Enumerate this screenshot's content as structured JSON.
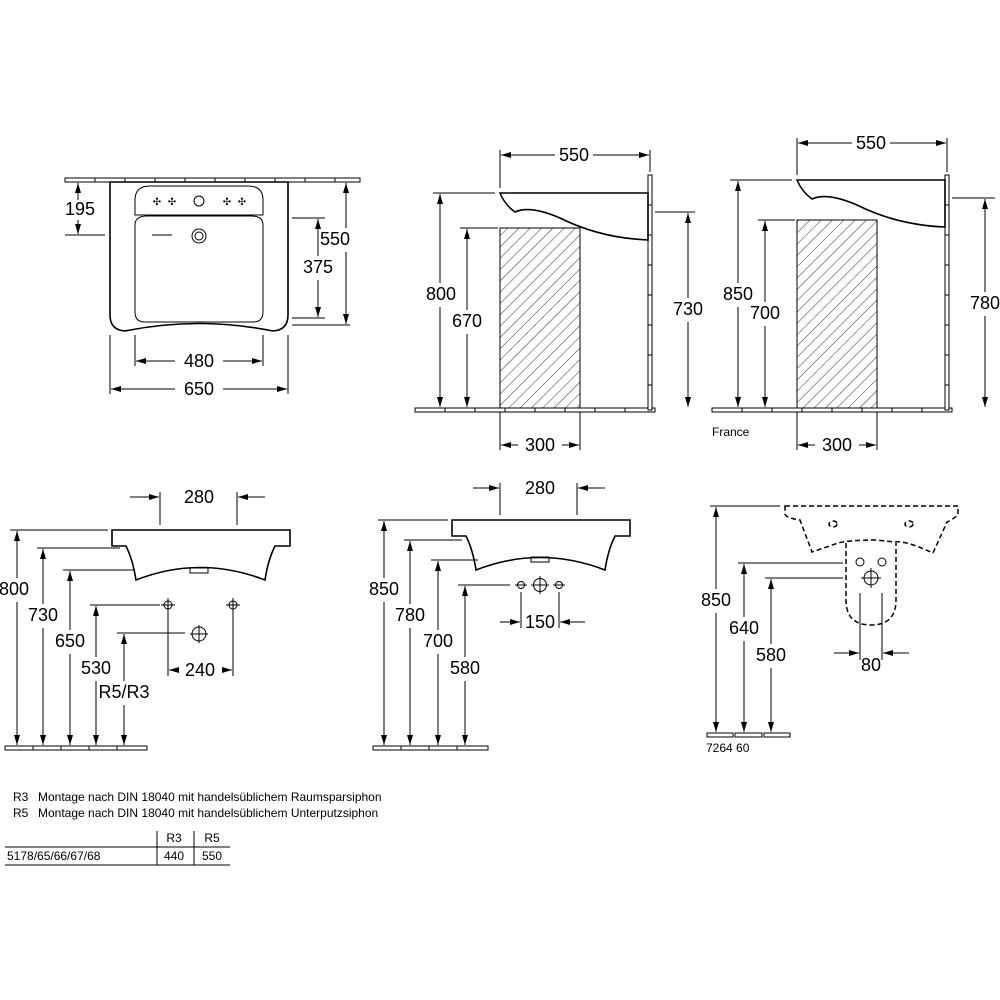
{
  "plan_view": {
    "d195": "195",
    "d550": "550",
    "d375": "375",
    "d480": "480",
    "d650": "650"
  },
  "side_view_800": {
    "d550": "550",
    "d800": "800",
    "d670": "670",
    "d730": "730",
    "d300": "300"
  },
  "side_view_850": {
    "d550": "550",
    "d850": "850",
    "d700": "700",
    "d780": "780",
    "d300": "300",
    "label": "France"
  },
  "front_view_800": {
    "d280": "280",
    "d800": "800",
    "d730": "730",
    "d650": "650",
    "d530": "530",
    "d240": "240",
    "r_label": "R5/R3"
  },
  "front_view_850": {
    "d280": "280",
    "d850": "850",
    "d780": "780",
    "d700": "700",
    "d580": "580",
    "d150": "150"
  },
  "semi_pedestal_view": {
    "d850": "850",
    "d640": "640",
    "d580": "580",
    "d80": "80",
    "label": "7264 60"
  },
  "notes": [
    {
      "code": "R3",
      "text": "Montage nach DIN 18040 mit handelsüblichem Raumsparsiphon"
    },
    {
      "code": "R5",
      "text": "Montage nach DIN 18040 mit handelsüblichem Unterputzsiphon"
    }
  ],
  "table": {
    "headers": [
      "R3",
      "R5"
    ],
    "rows": [
      {
        "model": "5178/65/66/67/68",
        "r3": "440",
        "r5": "550"
      }
    ]
  }
}
